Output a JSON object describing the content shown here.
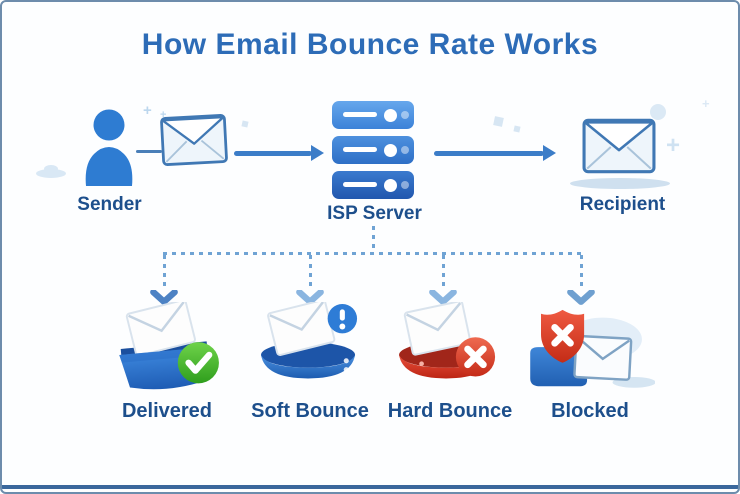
{
  "title": "How Email Bounce Rate Works",
  "flow": {
    "sender": {
      "label": "Sender",
      "icon": "person-icon"
    },
    "message": {
      "icon": "envelope-icon"
    },
    "isp": {
      "label": "ISP Server",
      "icon": "server-stack-icon"
    },
    "recipient": {
      "label": "Recipient",
      "icon": "envelope-icon"
    }
  },
  "outcomes": [
    {
      "label": "Delivered",
      "icon": "inbox-envelope-check-icon",
      "status_color": "#3fae27"
    },
    {
      "label": "Soft Bounce",
      "icon": "envelope-exclamation-icon",
      "status_color": "#2e7cd6"
    },
    {
      "label": "Hard Bounce",
      "icon": "envelope-cross-icon",
      "status_color": "#d63a28"
    },
    {
      "label": "Blocked",
      "icon": "shield-cross-envelope-icon",
      "status_color": "#d63a28"
    }
  ],
  "colors": {
    "title_text": "#2d6cb7",
    "label_text": "#1d4f8c",
    "arrow_blue": "#3c7dc8",
    "dotted_connector": "#6fa3d4",
    "server_blue": "#2e78d0",
    "delivered_green": "#3fae27",
    "bounce_red": "#d63a28",
    "border": "#6d8cac",
    "background": "#fdfeff"
  }
}
